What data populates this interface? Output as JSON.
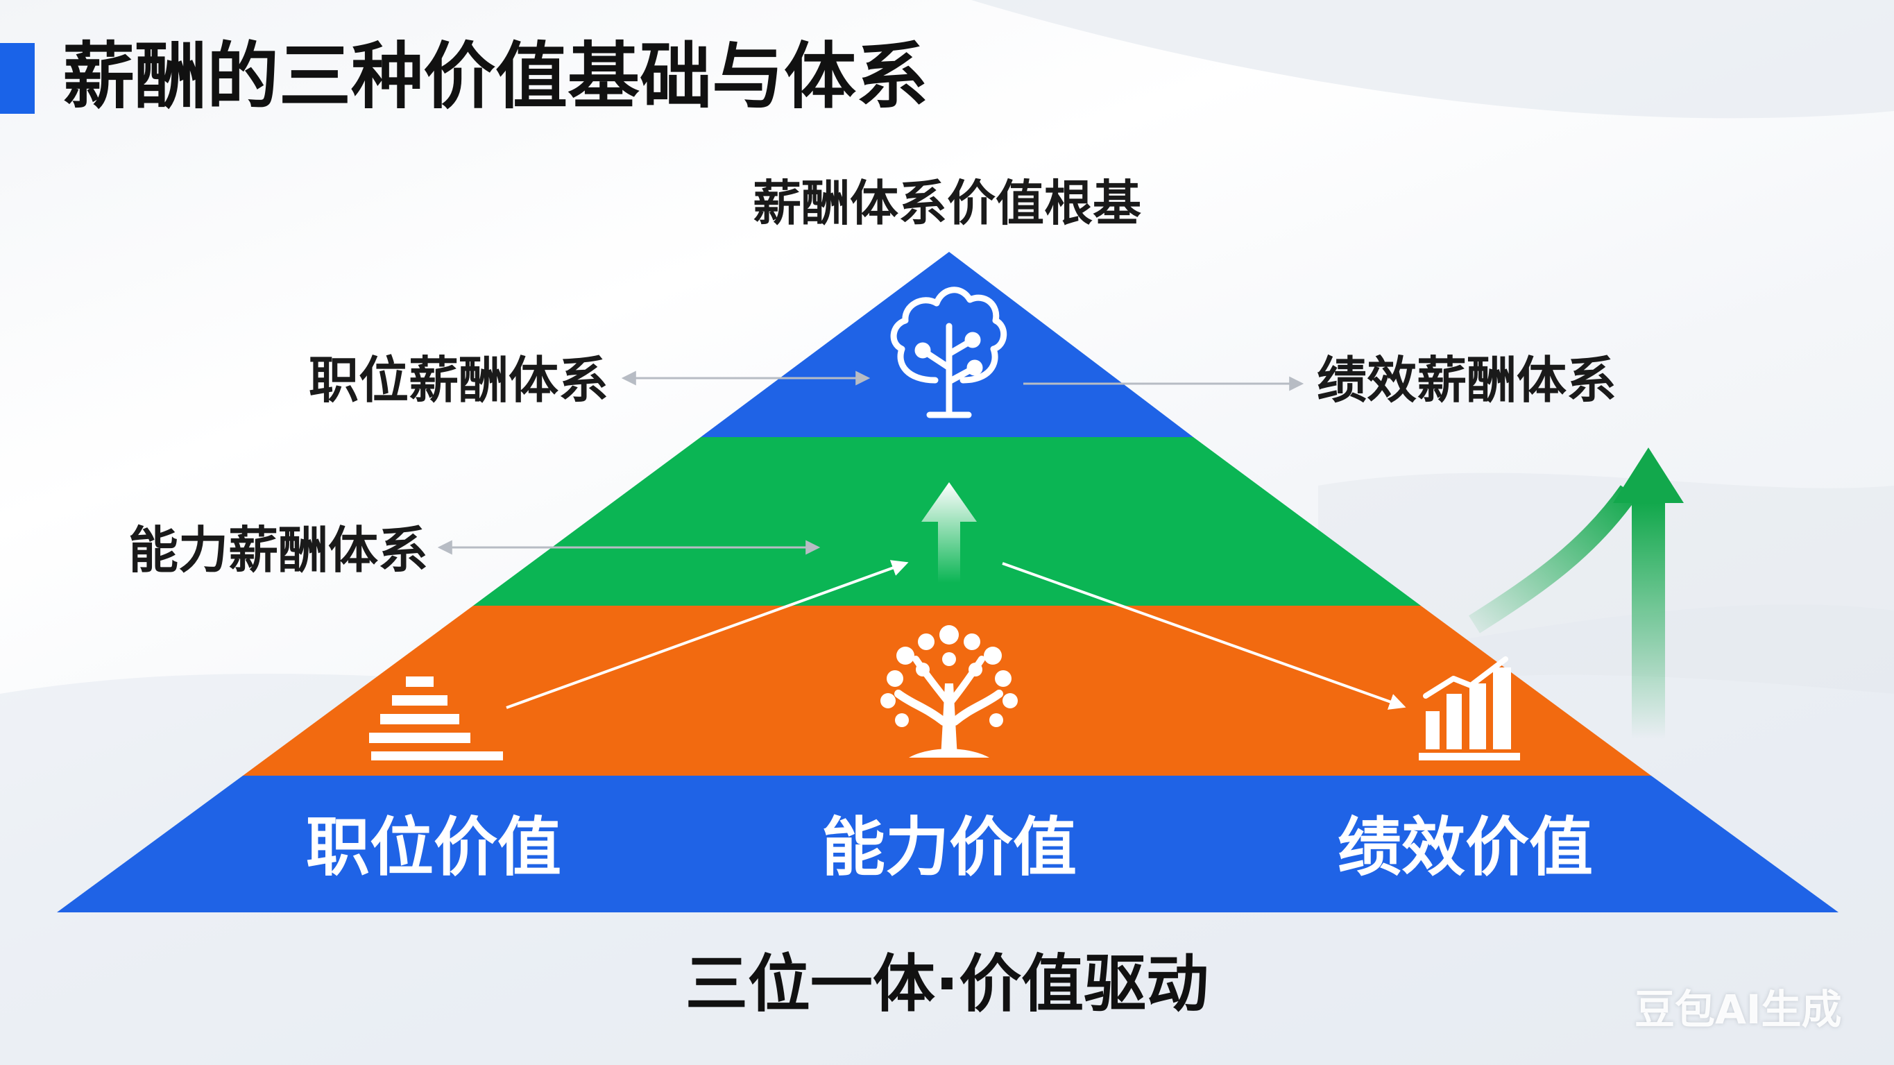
{
  "title": "薪酬的三种价值基础与体系",
  "pyramid": {
    "apex_label": "薪酬体系价值根基",
    "systems": {
      "left_top": "职位薪酬体系",
      "left_mid": "能力薪酬体系",
      "right_top": "绩效薪酬体系"
    },
    "base_values": [
      "职位价值",
      "能力价值",
      "绩效价值"
    ],
    "layer_colors": {
      "top": "#1f63e6",
      "middle": "#0bb554",
      "lower": "#f26a10",
      "base": "#1f63e6"
    }
  },
  "icons": {
    "apex": "tree-network-icon",
    "middle": "up-arrow-icon",
    "left": "stairs-icon",
    "center": "tree-icon",
    "right": "bar-chart-icon",
    "side": "growth-arrow-icon"
  },
  "tagline": "三位一体·价值驱动",
  "watermark": "豆包AI生成",
  "accent_color": "#1a63e8"
}
